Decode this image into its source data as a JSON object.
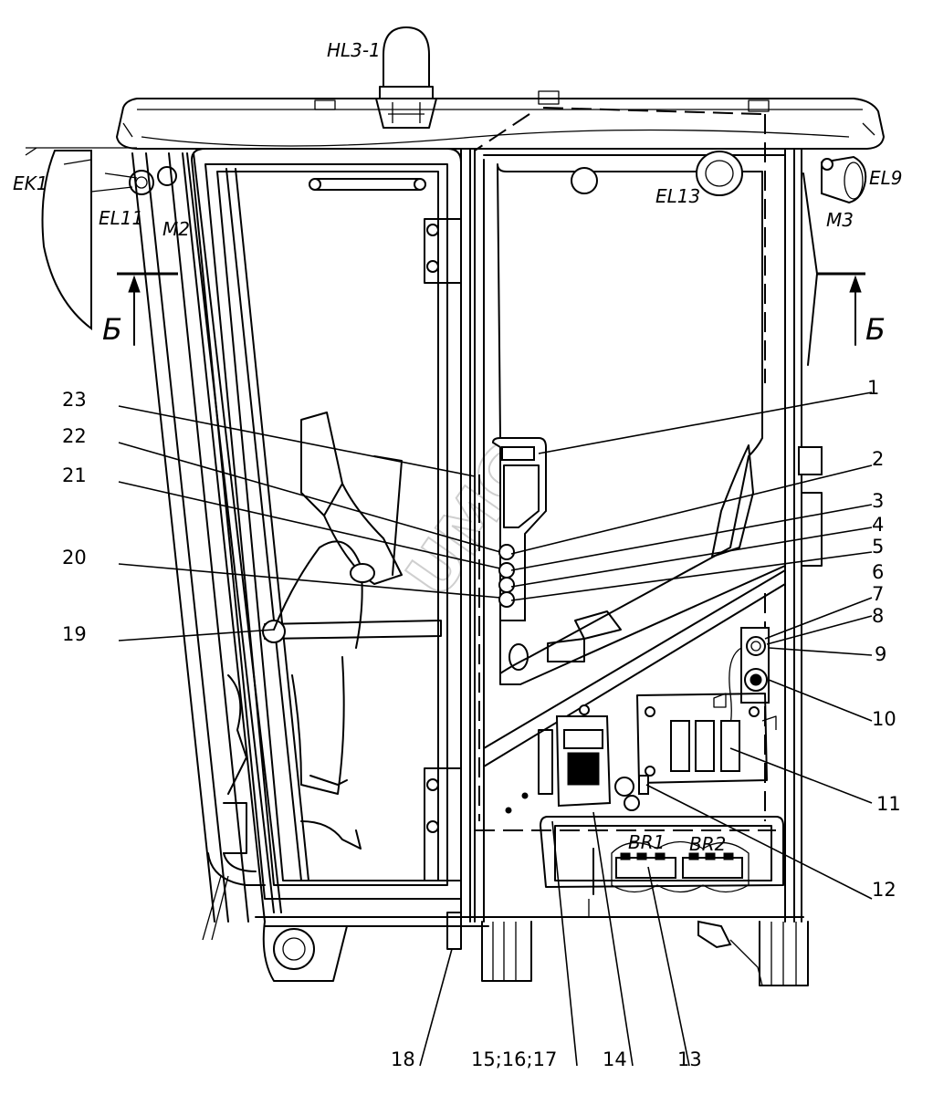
{
  "component_labels": {
    "hl3_1": "HL3-1",
    "ek1": "EK1",
    "el11": "EL11",
    "m2": "M2",
    "el13": "EL13",
    "el9": "EL9",
    "m3": "M3",
    "br1": "BR1",
    "br2": "BR2"
  },
  "section_marks": {
    "left": "Б",
    "right": "Б"
  },
  "callouts_right": [
    "1",
    "2",
    "3",
    "4",
    "5",
    "6",
    "7",
    "8",
    "9",
    "10",
    "11",
    "12"
  ],
  "callouts_left": [
    "23",
    "22",
    "21",
    "20",
    "19"
  ],
  "callouts_bottom": [
    "18",
    "15;16;17",
    "14",
    "13"
  ],
  "watermark": "UMG"
}
